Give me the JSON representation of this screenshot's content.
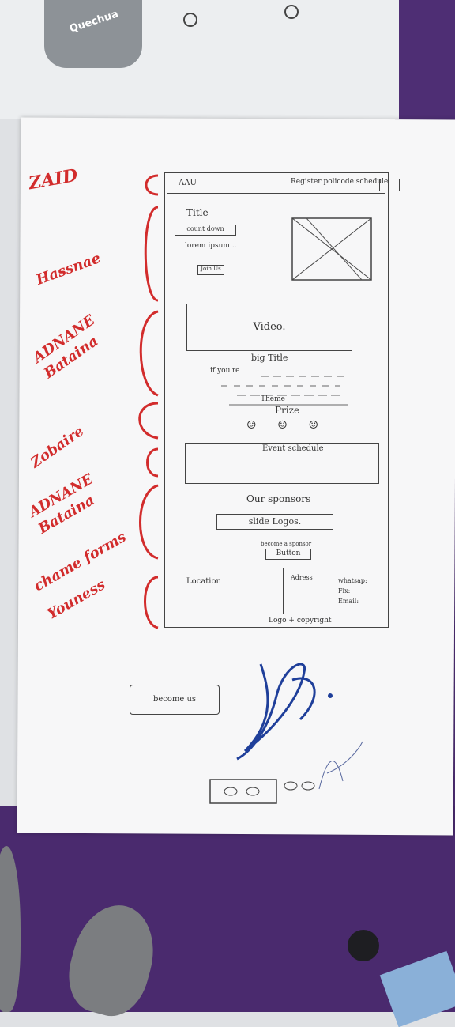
{
  "scene": {
    "bottle_brand": "Quechua"
  },
  "sketch": {
    "nav": {
      "logo": "AAU",
      "links": "Register  policode  schedule"
    },
    "hero": {
      "title": "Title",
      "countdown": "count down",
      "subtitle": "lorem ipsum...",
      "join_button": "Join Us"
    },
    "video": {
      "label": "Video."
    },
    "headline": "big Title",
    "about": "if you're",
    "themes": "Theme",
    "prize": "Prize",
    "event_schedule": "Event schedule",
    "sponsors": {
      "title": "Our sponsors",
      "slider": "slide Logos.",
      "cta_text": "become a sponsor",
      "cta_button": "Button"
    },
    "footer": {
      "location": "Location",
      "address": "Adress",
      "contacts": [
        "whatsap:",
        "Fix:",
        "Email:"
      ],
      "bottom": "Logo + copyright"
    },
    "extra_button": "become us"
  },
  "annotations": [
    "ZAID",
    "Hassnae",
    "ADNANE Bataina",
    "Zobaire",
    "ADNANE Bataina",
    "chame forms",
    "Youness"
  ],
  "colors": {
    "annotation": "#d22c2c",
    "pen": "#333333",
    "signature": "#1f3f9a",
    "floor": "#4a2a6e"
  }
}
